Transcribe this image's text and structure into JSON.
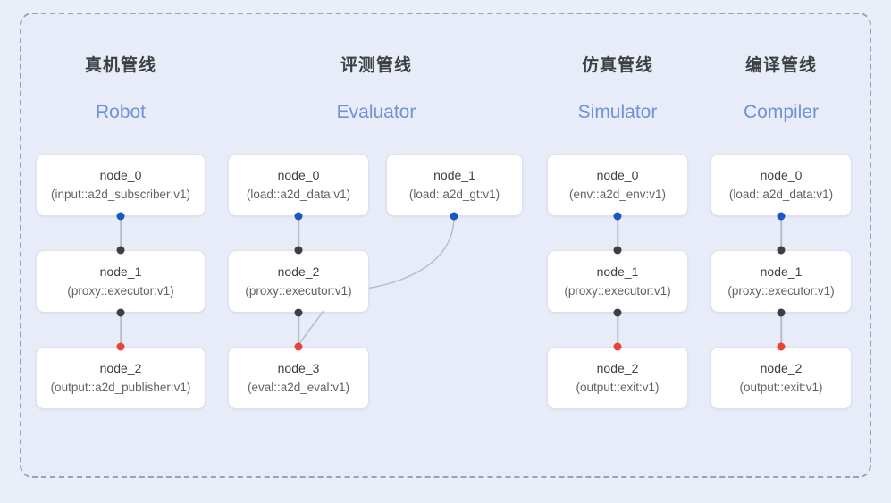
{
  "frame": {
    "border_style": "dashed",
    "border_color": "#9aa3b2",
    "inner_bg": "#e7ecf8",
    "outer_bg": "#eaeef9"
  },
  "palette": {
    "accent_blue": "#1a56c4",
    "accent_red": "#ea4335",
    "accent_dark": "#3c4043",
    "subtitle_blue": "#7191d8",
    "edge_gray": "#b7bcc6"
  },
  "columns": [
    {
      "id": "robot",
      "title": "真机管线",
      "subtitle": "Robot",
      "nodes": [
        {
          "name": "node_0",
          "type": "(input::a2d_subscriber:v1)"
        },
        {
          "name": "node_1",
          "type": "(proxy::executor:v1)"
        },
        {
          "name": "node_2",
          "type": "(output::a2d_publisher:v1)"
        }
      ]
    },
    {
      "id": "evaluator",
      "title": "评测管线",
      "subtitle": "Evaluator",
      "nodes": [
        {
          "name": "node_0",
          "type": "(load::a2d_data:v1)"
        },
        {
          "name": "node_1",
          "type": "(load::a2d_gt:v1)"
        },
        {
          "name": "node_2",
          "type": "(proxy::executor:v1)"
        },
        {
          "name": "node_3",
          "type": "(eval::a2d_eval:v1)"
        }
      ]
    },
    {
      "id": "simulator",
      "title": "仿真管线",
      "subtitle": "Simulator",
      "nodes": [
        {
          "name": "node_0",
          "type": "(env::a2d_env:v1)"
        },
        {
          "name": "node_1",
          "type": "(proxy::executor:v1)"
        },
        {
          "name": "node_2",
          "type": "(output::exit:v1)"
        }
      ]
    },
    {
      "id": "compiler",
      "title": "编译管线",
      "subtitle": "Compiler",
      "nodes": [
        {
          "name": "node_0",
          "type": "(load::a2d_data:v1)"
        },
        {
          "name": "node_1",
          "type": "(proxy::executor:v1)"
        },
        {
          "name": "node_2",
          "type": "(output::exit:v1)"
        }
      ]
    }
  ],
  "ports": {
    "output_port_color": "#1a56c4",
    "input_port_color": "#3c4043",
    "terminal_port_color": "#ea4335"
  }
}
